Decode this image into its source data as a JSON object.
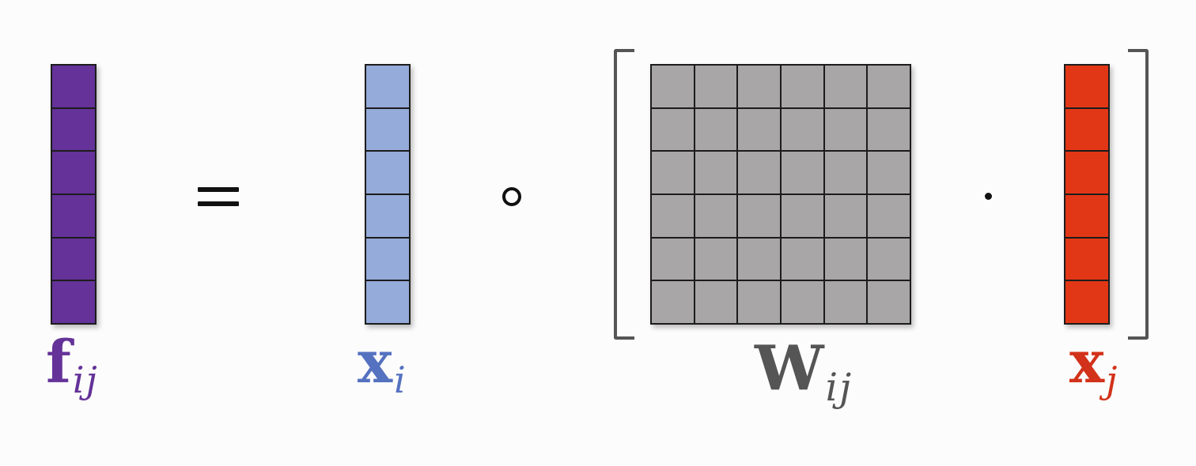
{
  "equation": {
    "f": {
      "symbol": "f",
      "subscript": "ij",
      "color": "#643298",
      "cells": 6
    },
    "equals": {
      "symbol": "="
    },
    "xi": {
      "symbol": "x",
      "subscript": "i",
      "color": "#95abd9",
      "label_color": "#5572c0",
      "cells": 6
    },
    "hadamard": {
      "symbol": "∘"
    },
    "W": {
      "symbol": "W",
      "subscript": "ij",
      "color": "#a8a6a7",
      "label_color": "#555555",
      "rows": 6,
      "cols": 6
    },
    "dot": {
      "symbol": "·"
    },
    "xj": {
      "symbol": "x",
      "subscript": "j",
      "color": "#e23716",
      "label_color": "#d2321a",
      "cells": 6
    }
  }
}
